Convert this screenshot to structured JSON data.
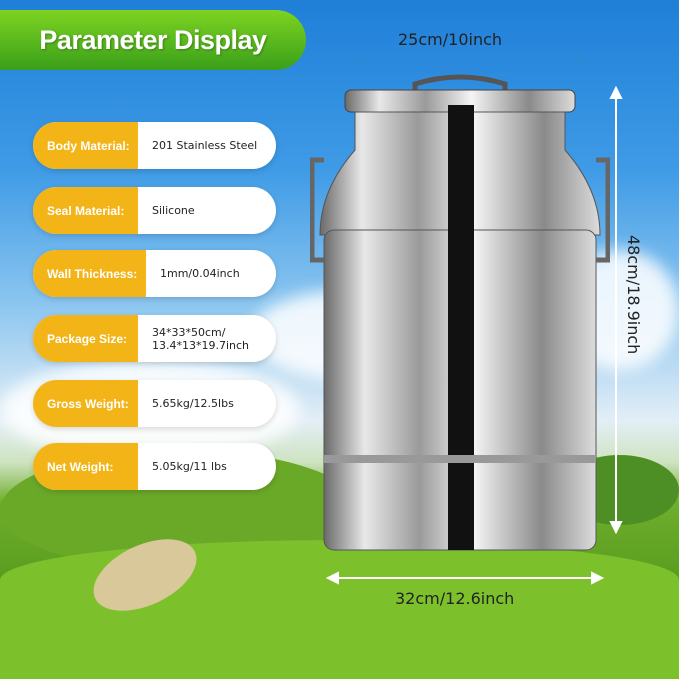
{
  "title": "Parameter Display",
  "specs": [
    {
      "label": "Body Material:",
      "value": "201 Stainless Steel"
    },
    {
      "label": "Seal Material:",
      "value": "Silicone"
    },
    {
      "label": "Wall Thickness:",
      "value": "1mm/0.04inch"
    },
    {
      "label": "Package Size:",
      "value": "34*33*50cm/",
      "value2": "13.4*13*19.7inch"
    },
    {
      "label": "Gross Weight:",
      "value": "5.65kg/12.5lbs"
    },
    {
      "label": "Net Weight:",
      "value": "5.05kg/11 lbs"
    }
  ],
  "dimensions": {
    "top": "25cm/10inch",
    "height": "48cm/18.9inch",
    "bottom": "32cm/12.6inch"
  },
  "colors": {
    "banner": "#5cc21e",
    "label": "#f3b417"
  }
}
